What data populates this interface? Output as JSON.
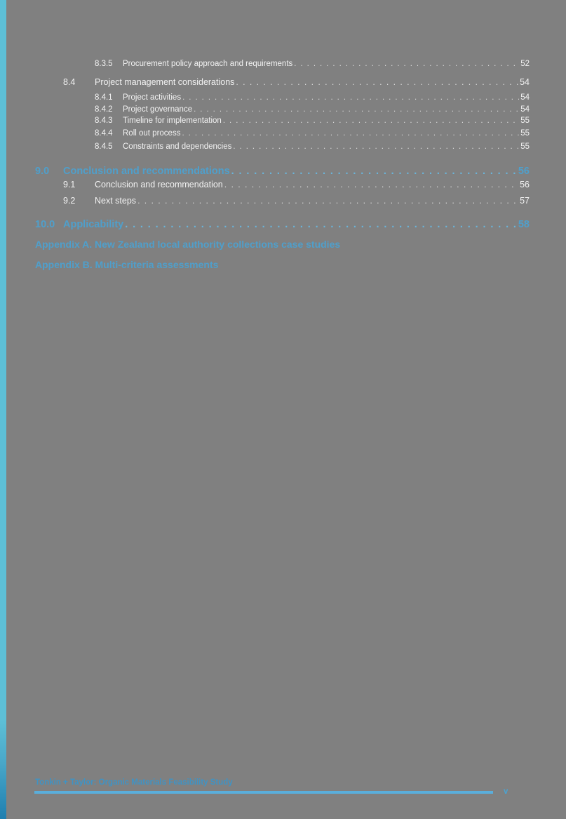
{
  "document": {
    "footer_text": "Tonkin + Taylor: Organic Materials Feasibility Study",
    "page_number": "v",
    "accent_color": "#5dbfd6",
    "heading_color": "#4f9fcb",
    "background_color": "#808080"
  },
  "toc": {
    "entries": [
      {
        "level": 3,
        "number": "8.3.5",
        "title": "Procurement policy approach and requirements",
        "page": "52"
      },
      {
        "level": 2,
        "number": "8.4",
        "title": "Project management considerations",
        "page": "54"
      },
      {
        "level": 3,
        "number": "8.4.1",
        "title": "Project activities",
        "page": "54"
      },
      {
        "level": 3,
        "number": "8.4.2",
        "title": "Project governance",
        "page": "54"
      },
      {
        "level": 3,
        "number": "8.4.3",
        "title": "Timeline for implementation",
        "page": "55"
      },
      {
        "level": 3,
        "number": "8.4.4",
        "title": "Roll out process",
        "page": "55"
      },
      {
        "level": 3,
        "number": "8.4.5",
        "title": "Constraints and dependencies",
        "page": "55"
      },
      {
        "level": 1,
        "number": "9.0",
        "title": "Conclusion and recommendations",
        "page": "56"
      },
      {
        "level": 2,
        "number": "9.1",
        "title": "Conclusion and recommendation",
        "page": "56"
      },
      {
        "level": 2,
        "number": "9.2",
        "title": "Next steps",
        "page": "57"
      },
      {
        "level": 1,
        "number": "10.0",
        "title": "Applicability",
        "page": "58"
      }
    ],
    "appendices": [
      {
        "label": "Appendix A. New Zealand local authority collections case studies"
      },
      {
        "label": "Appendix B. Multi-criteria assessments"
      }
    ],
    "leader_char": "."
  }
}
